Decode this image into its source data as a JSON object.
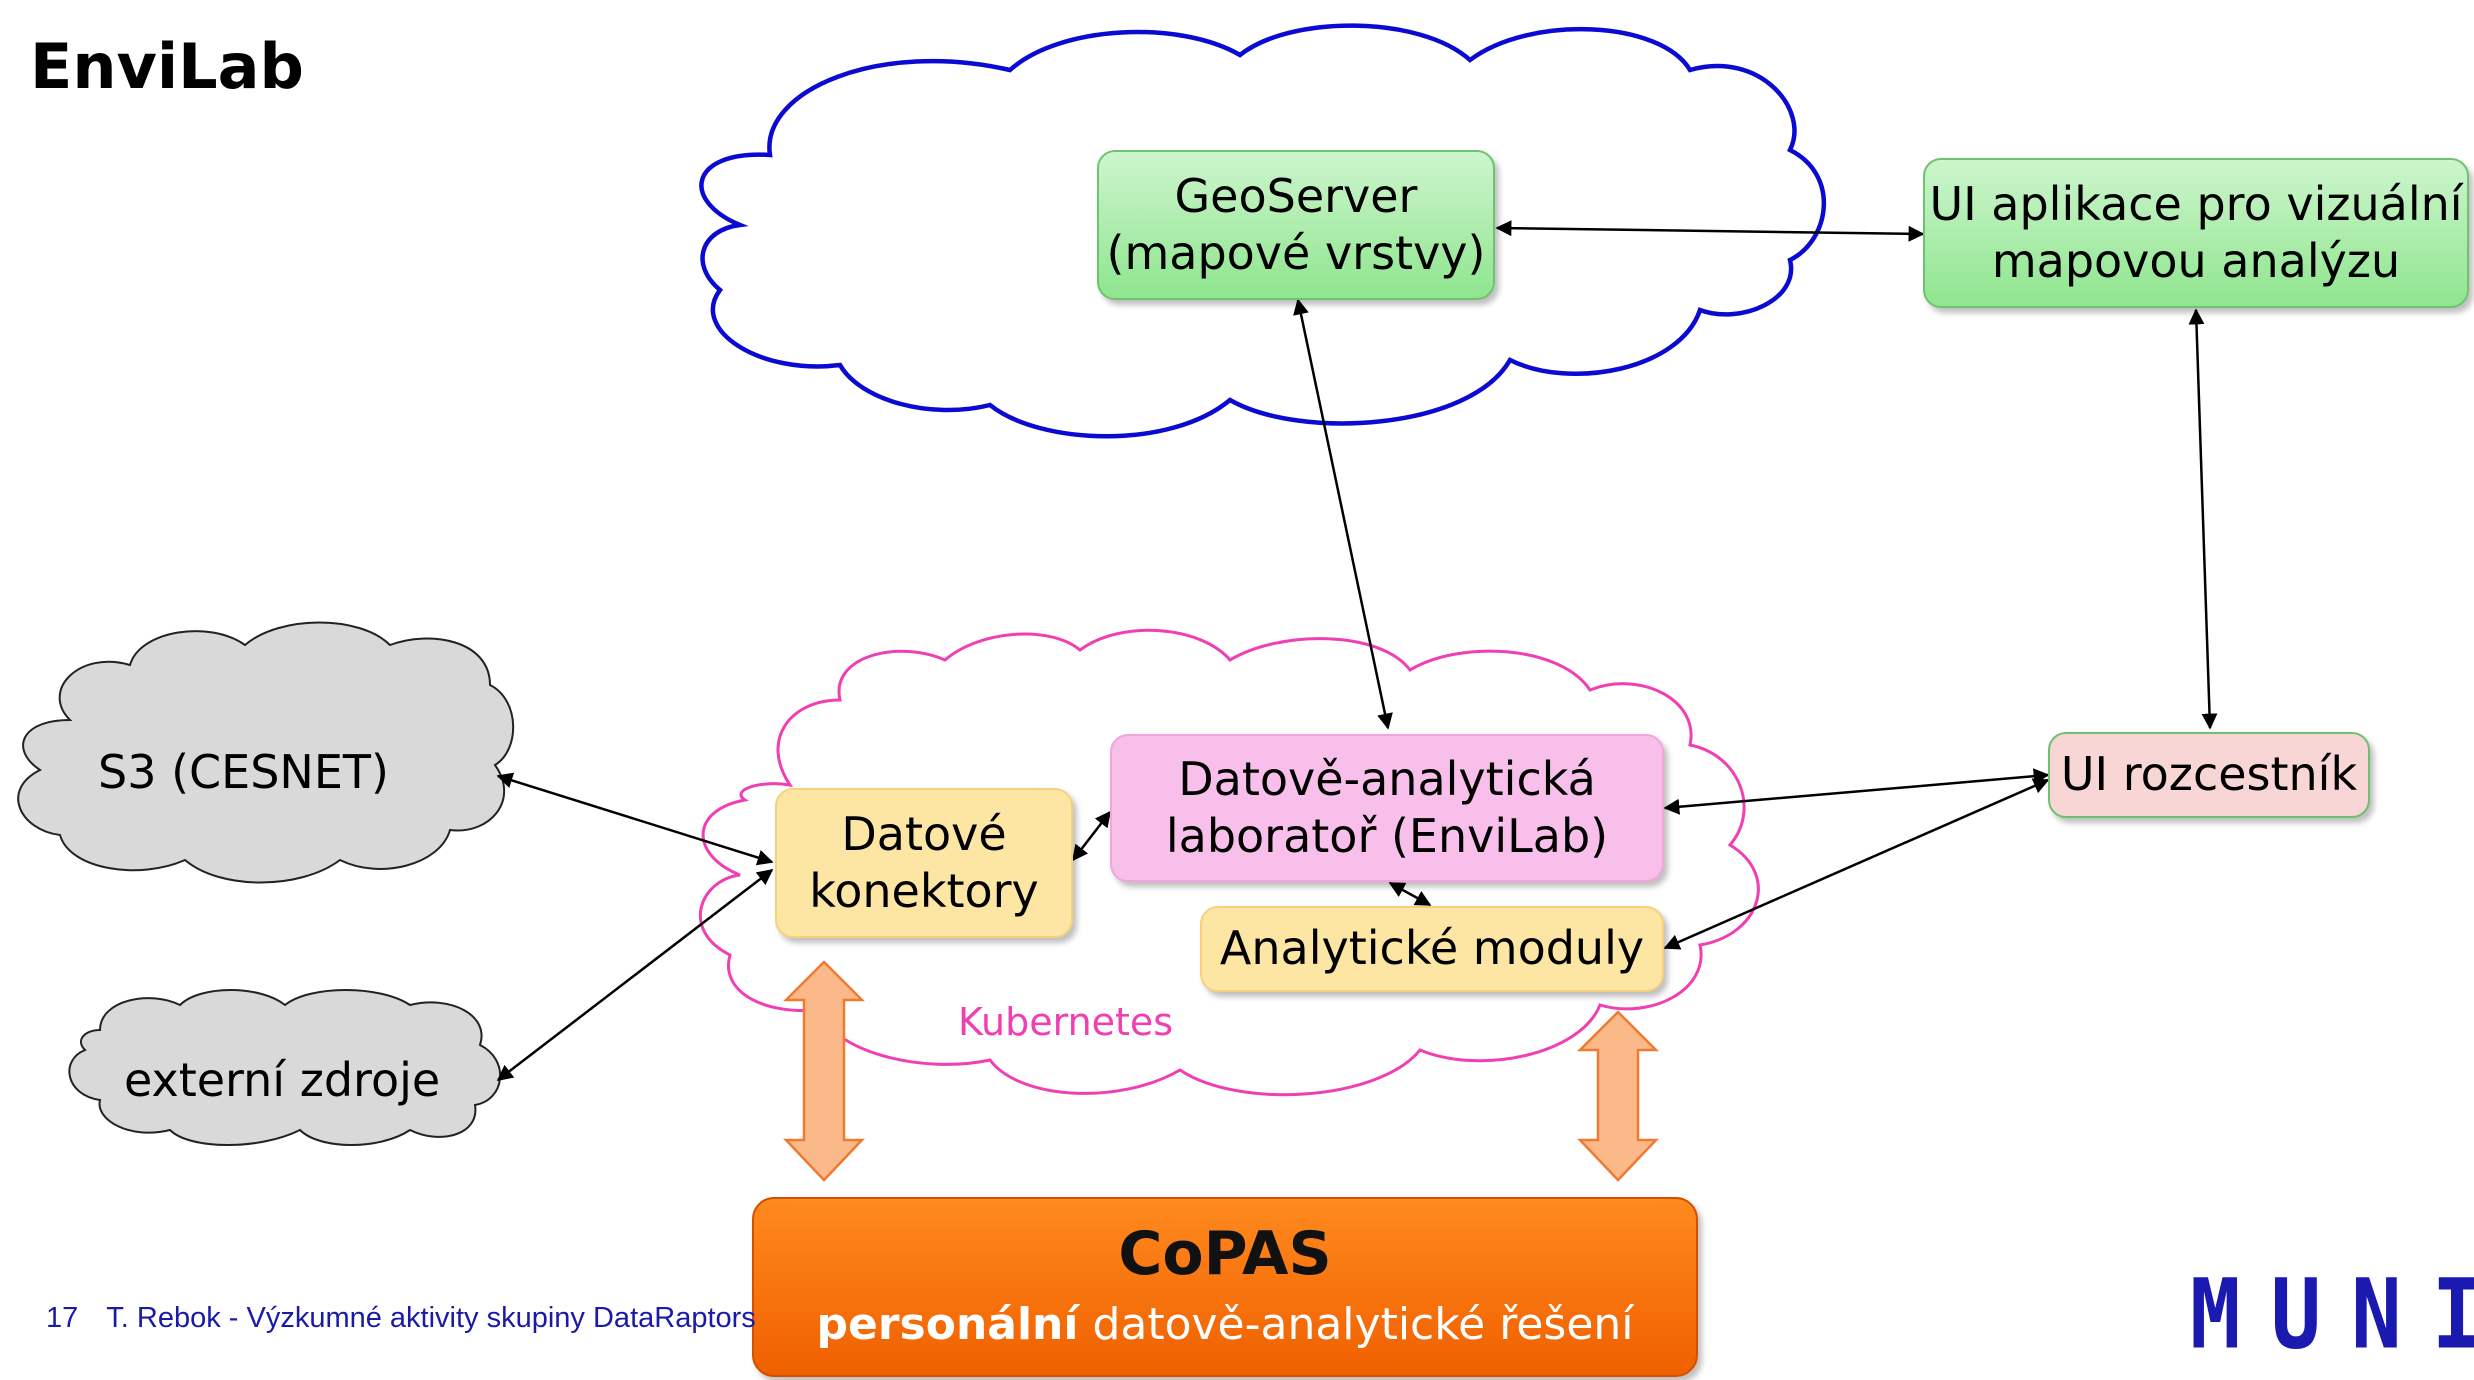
{
  "title": "EnviLab",
  "nodes": {
    "geoserver": {
      "line1": "GeoServer",
      "line2": "(mapové vrstvy)"
    },
    "ui_app": {
      "line1": "UI aplikace pro vizuální",
      "line2": "mapovou analýzu"
    },
    "s3": {
      "label": "S3 (CESNET)"
    },
    "external": {
      "label": "externí zdroje"
    },
    "connectors": {
      "line1": "Datové",
      "line2": "konektory"
    },
    "envilab": {
      "line1": "Datově-analytická",
      "line2": "laboratoř (EnviLab)"
    },
    "modules": {
      "label": "Analytické moduly"
    },
    "ui_rozcestnik": {
      "label": "UI rozcestník"
    },
    "kubernetes": {
      "label": "Kubernetes"
    },
    "copas": {
      "title": "CoPAS",
      "subtitle_bold": "personální",
      "subtitle_rest": " datově-analytické řešení"
    }
  },
  "footer": {
    "page_number": "17",
    "text": "T. Rebok - Výzkumné aktivity skupiny DataRaptors"
  },
  "logo": {
    "text": "MUNI"
  },
  "colors": {
    "top_cloud_stroke": "#0a0ad2",
    "kubernetes_cloud_stroke": "#f03fb2",
    "gray_cloud_fill": "#d9d9d9",
    "copas_orange": "#f06000",
    "arrow_fill": "#fbb98a",
    "arrow_stroke": "#f07a30",
    "muni_blue": "#1a1ab0"
  }
}
